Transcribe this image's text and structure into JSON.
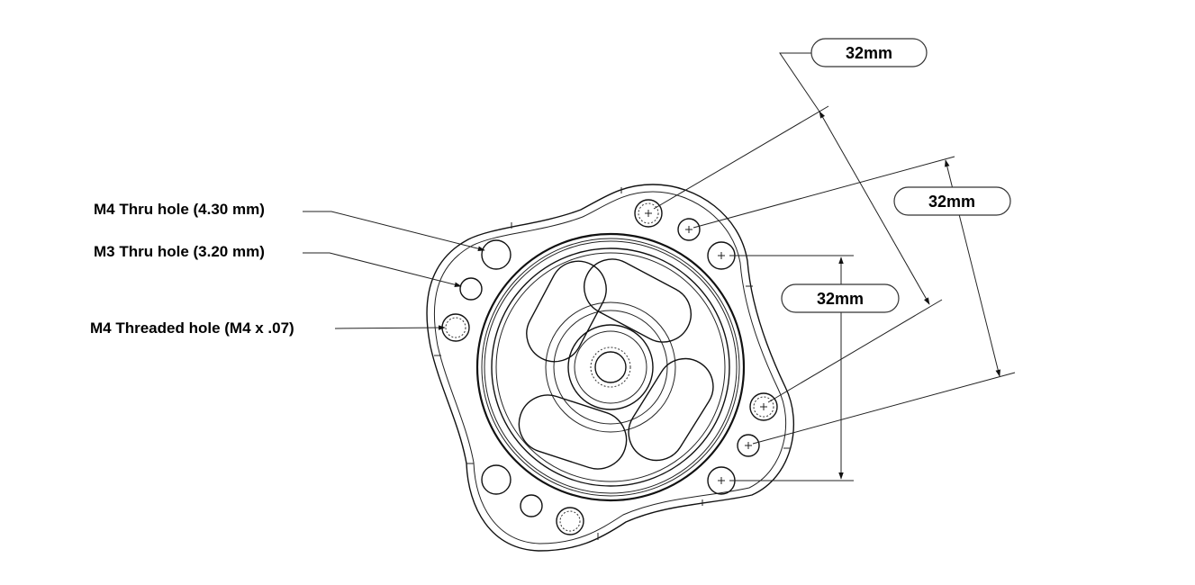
{
  "callouts": {
    "m4_thru": "M4 Thru hole (4.30 mm)",
    "m3_thru": "M3 Thru hole (3.20 mm)",
    "m4_threaded": "M4 Threaded hole (M4 x .07)"
  },
  "dimensions": {
    "diagonal_top": "32mm",
    "angled_right": "32mm",
    "vertical_center": "32mm"
  },
  "colors": {
    "line": "#222222",
    "background": "#ffffff"
  }
}
